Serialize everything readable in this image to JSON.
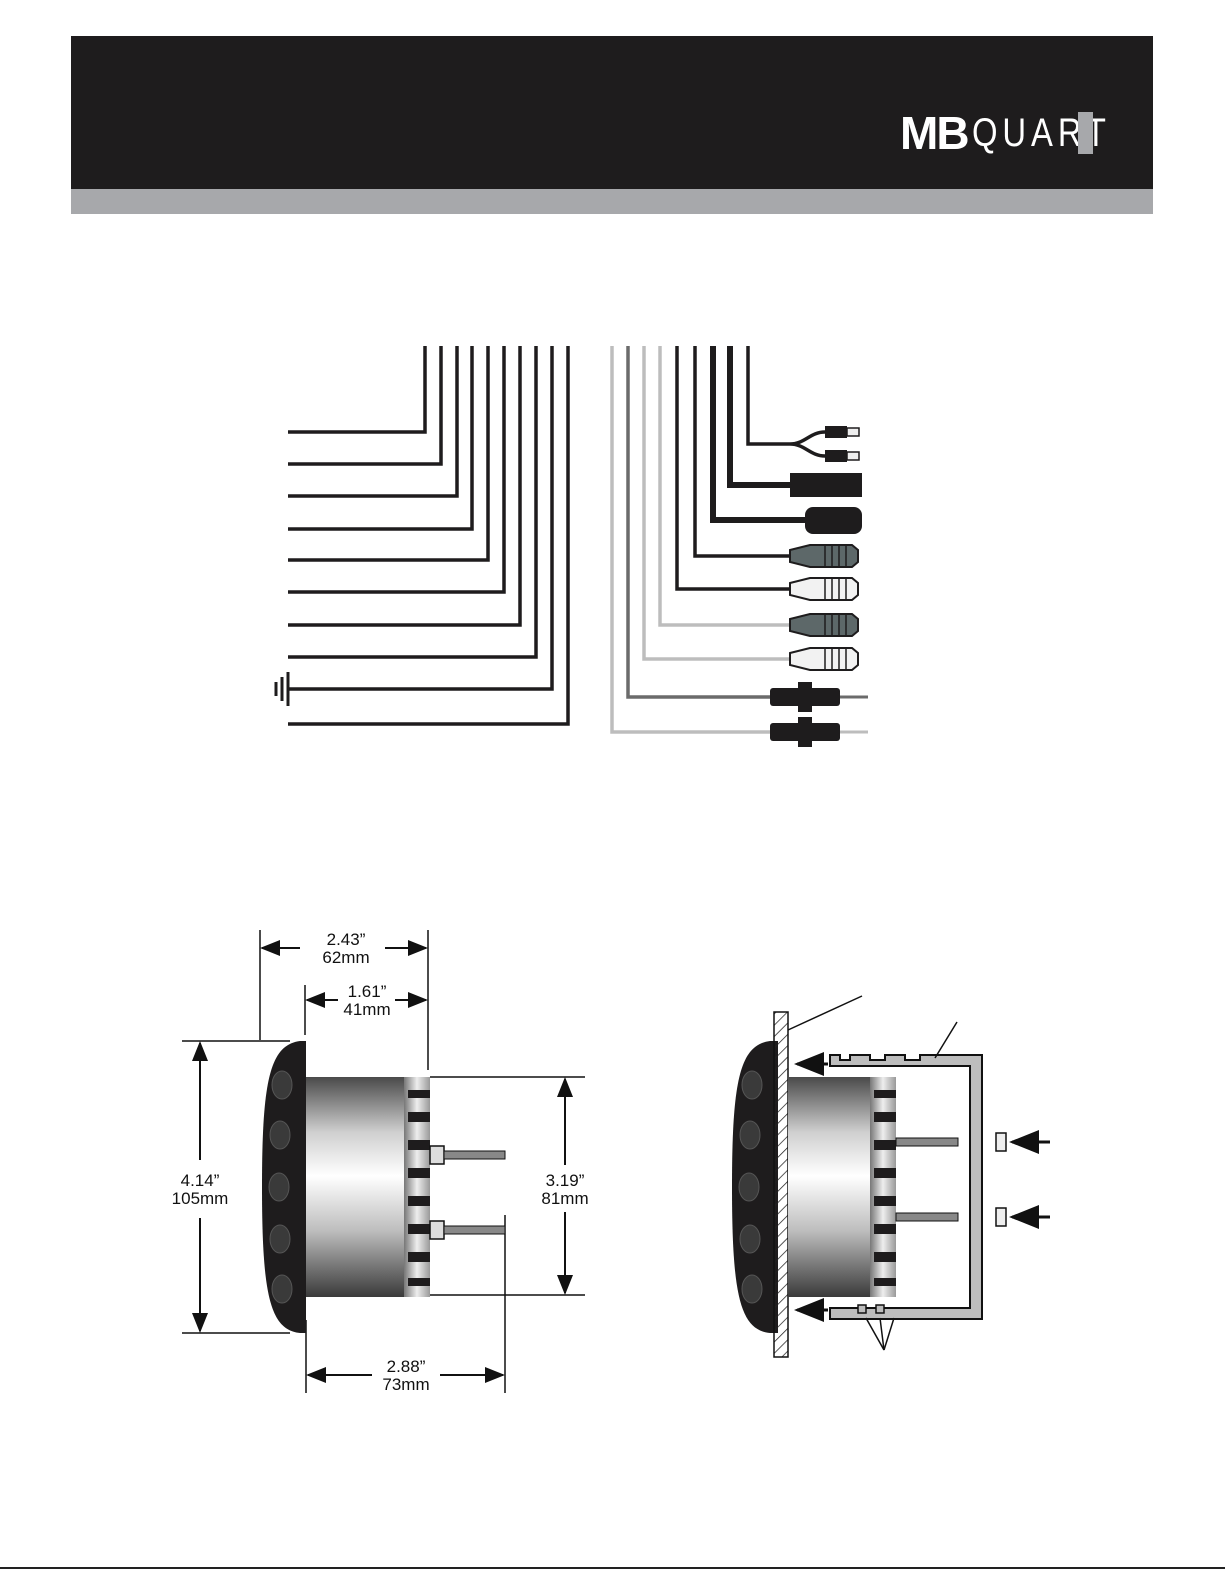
{
  "brand": {
    "bold": "MB",
    "light": "QUART"
  },
  "colors": {
    "header_bg": "#1e1c1d",
    "band": "#a7a8ab",
    "wire_dark": "#1e1c1d",
    "wire_gray": "#6b6b6b",
    "wire_light": "#bdbdbd",
    "rca_gray": "#5d6869",
    "rca_white": "#f2f2f2"
  },
  "dimensions": {
    "overall_depth": {
      "inch": "2.43”",
      "mm": "62mm"
    },
    "body_depth": {
      "inch": "1.61”",
      "mm": "41mm"
    },
    "overall_height": {
      "inch": "4.14”",
      "mm": "105mm"
    },
    "body_height": {
      "inch": "3.19”",
      "mm": "81mm"
    },
    "stud_depth": {
      "inch": "2.88”",
      "mm": "73mm"
    }
  }
}
